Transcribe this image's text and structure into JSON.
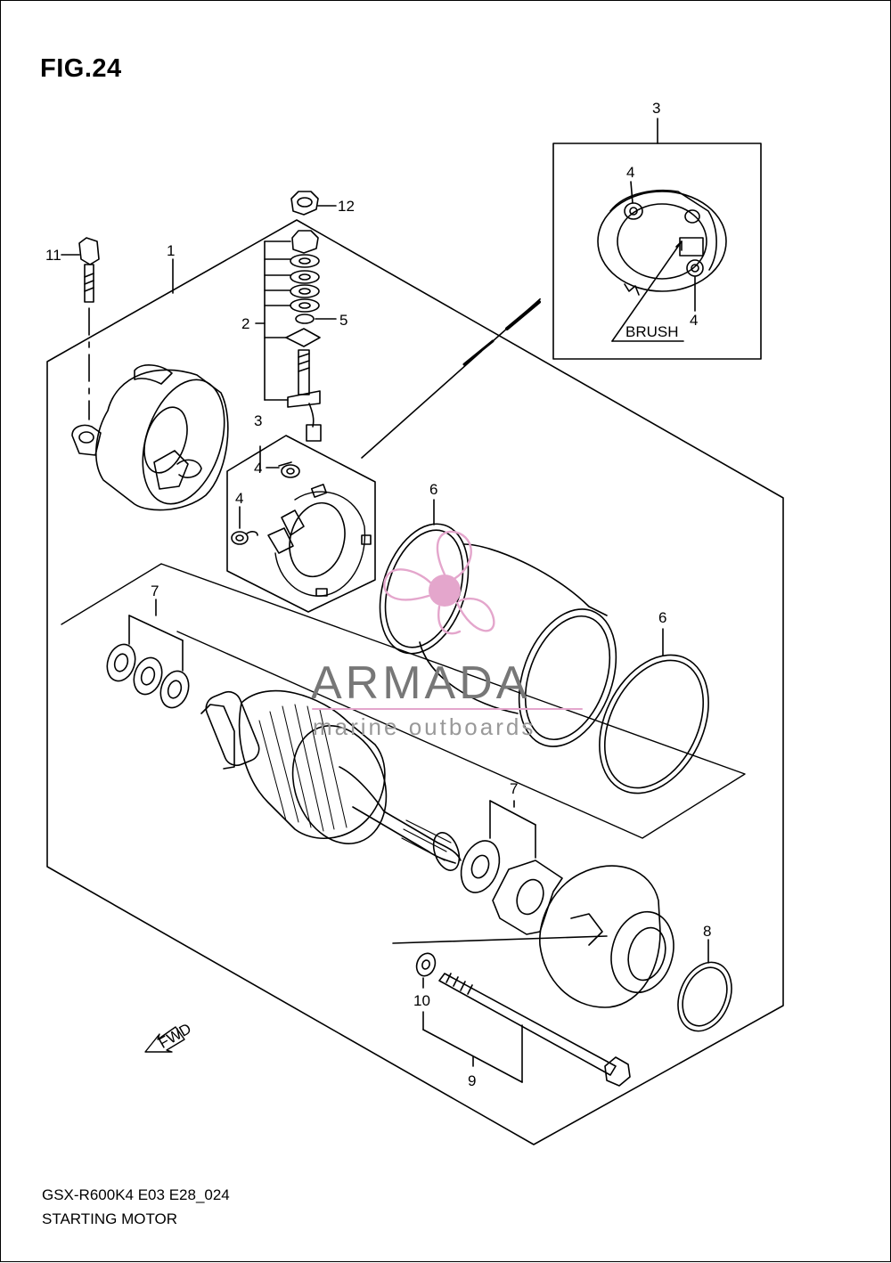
{
  "figure": {
    "title": "FIG.24",
    "model_code": "GSX-R600K4 E03 E28_024",
    "section_name": "STARTING MOTOR"
  },
  "callouts": {
    "housing": "1",
    "terminal_set": "2",
    "brush_holder": "3",
    "brush_holder_detail": "3",
    "brush_a": "4",
    "brush_b": "4",
    "brush_c": "4",
    "brush_d": "4",
    "washer": "5",
    "o_ring_a": "6",
    "o_ring_b": "6",
    "washer_set_a": "7",
    "washer_set_b": "7",
    "o_ring_c": "8",
    "bolt_set": "9",
    "washer_small": "10",
    "bolt": "11",
    "nut": "12"
  },
  "detail": {
    "brush_label": "BRUSH"
  },
  "fwd_label": "FWD",
  "watermark": {
    "brand": "ARMADA",
    "tagline": "marine outboards",
    "color": "#e4a6cc"
  }
}
